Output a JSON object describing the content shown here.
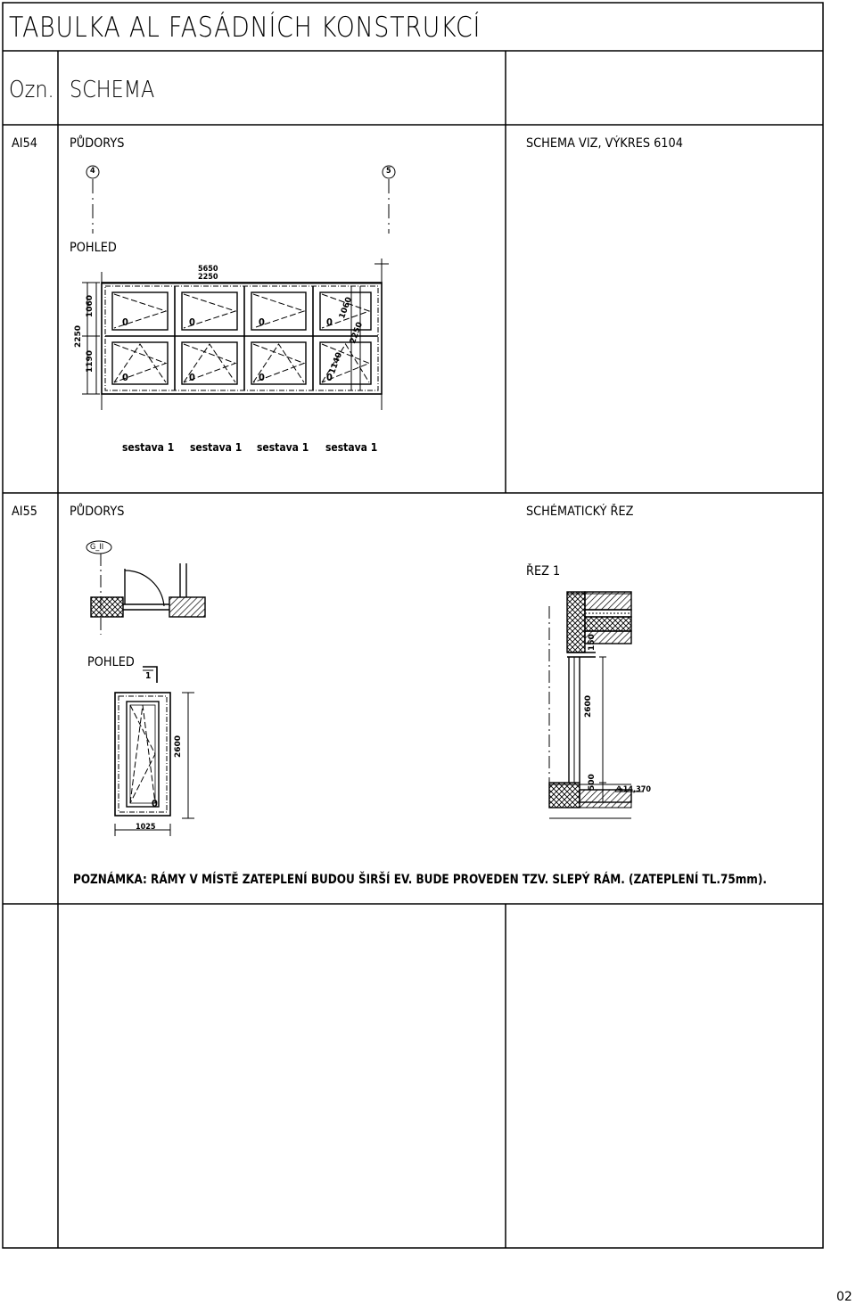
{
  "title": "TABULKA AL FASÁDNÍCH KONSTRUKCÍ",
  "header": {
    "ozn": "Ozn.",
    "schema": "SCHEMA"
  },
  "rows": [
    {
      "id": "AI54",
      "pudorys": "PŮDORYS",
      "schema_note": "SCHEMA VIZ, VÝKRES 6104",
      "axes": [
        "4",
        "5"
      ],
      "pohled": "POHLED",
      "dims": {
        "total_w": "5650",
        "w2": "2250",
        "h_total": "2250",
        "h_top": "1060",
        "h_bot": "1190",
        "r_top": "1060",
        "r_mid": "2250",
        "r_bot": "1140"
      },
      "sashes": [
        "0",
        "0",
        "0",
        "0",
        "0",
        "0",
        "0",
        "0"
      ],
      "sestavy": [
        "sestava 1",
        "sestava 1",
        "sestava 1",
        "sestava 1"
      ]
    },
    {
      "id": "AI55",
      "pudorys": "PŮDORYS",
      "schema_note": "SCHÉMATICKÝ ŘEZ",
      "axis": "G_II",
      "rez": "ŘEZ 1",
      "pohled": "POHLED",
      "section_mark": "1",
      "dims": {
        "h": "2600",
        "w": "1025",
        "s150": "150",
        "s2600": "2600",
        "s500": "500",
        "level": "+14,370"
      },
      "sash": "0"
    }
  ],
  "note": "POZNÁMKA: RÁMY V MÍSTĚ ZATEPLENÍ BUDOU ŠIRŠÍ EV. BUDE PROVEDEN TZV. SLEPÝ RÁM. (ZATEPLENÍ TL.75mm).",
  "page_number": "02"
}
